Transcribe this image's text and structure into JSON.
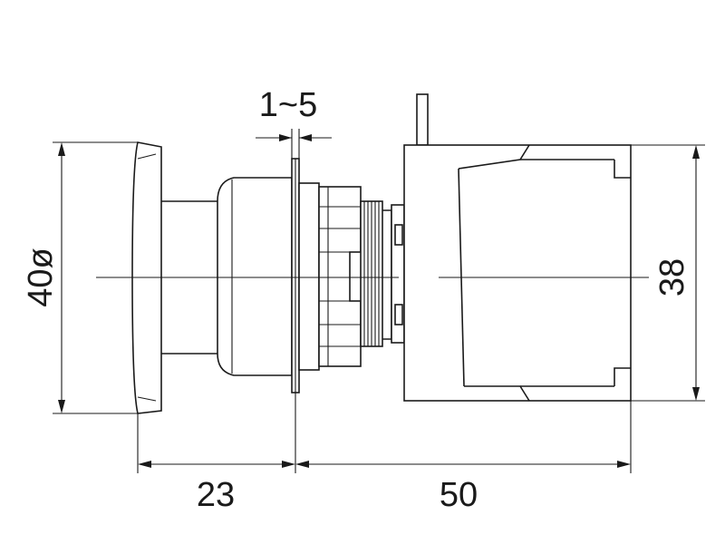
{
  "dimensions": {
    "diameter": "40ø",
    "panel_thickness": "1~5",
    "front_length": "23",
    "rear_length": "50",
    "block_height": "38"
  },
  "colors": {
    "line": "#1a1a1a",
    "background": "#ffffff"
  }
}
